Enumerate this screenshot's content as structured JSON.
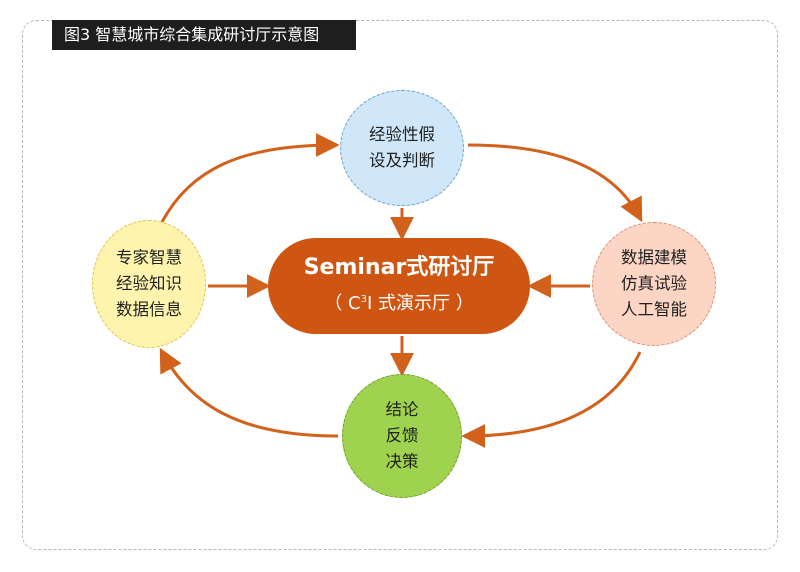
{
  "title": "图3 智慧城市综合集成研讨厅示意图",
  "colors": {
    "arrow": "#d2621b",
    "center": "#cf5513",
    "hypothesis_fill": "#cfe7f8",
    "expertise_fill": "#fff4ae",
    "data_fill": "#fcd5c5",
    "result_fill": "#9ed24f"
  },
  "nodes": {
    "hypothesis": {
      "lines": [
        "经验性假",
        "设及判断"
      ]
    },
    "expertise": {
      "lines": [
        "专家智慧",
        "经验知识",
        "数据信息"
      ]
    },
    "data": {
      "lines": [
        "数据建模",
        "仿真试验",
        "人工智能"
      ]
    },
    "result": {
      "lines": [
        "结论",
        "反馈",
        "决策"
      ]
    },
    "center": {
      "main": "Seminar式研讨厅",
      "sub_prefix": "（ C",
      "sub_sup": "3",
      "sub_suffix": "I 式演示厅 ）"
    }
  }
}
